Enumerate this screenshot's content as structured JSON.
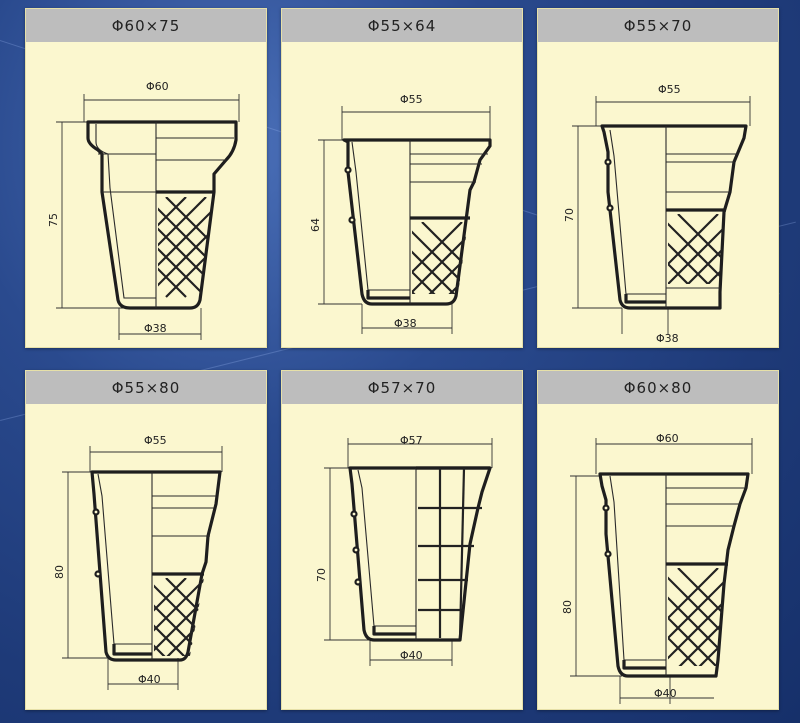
{
  "cards": [
    {
      "title": "Φ60×75",
      "top_dia": "Φ60",
      "height": "75",
      "bottom_dia": "Φ38"
    },
    {
      "title": "Φ55×64",
      "top_dia": "Φ55",
      "height": "64",
      "bottom_dia": "Φ38"
    },
    {
      "title": "Φ55×70",
      "top_dia": "Φ55",
      "height": "70",
      "bottom_dia": "Φ38"
    },
    {
      "title": "Φ55×80",
      "top_dia": "Φ55",
      "height": "80",
      "bottom_dia": "Φ40"
    },
    {
      "title": "Φ57×70",
      "top_dia": "Φ57",
      "height": "70",
      "bottom_dia": "Φ40"
    },
    {
      "title": "Φ60×80",
      "top_dia": "Φ60",
      "height": "80",
      "bottom_dia": "Φ40"
    }
  ]
}
